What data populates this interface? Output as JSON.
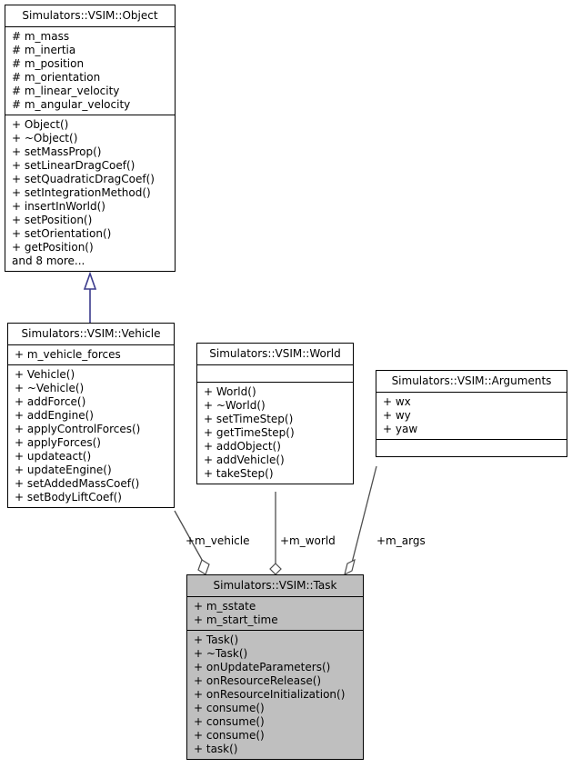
{
  "diagram": {
    "kind": "uml-class-diagram",
    "title": "Simulators::VSIM::Task collaboration diagram",
    "background": "#ffffff",
    "highlight_color": "#bfbfbf",
    "line_color": "#4d4d4d",
    "inheritance_color": "#3b3b8c",
    "border_color": "#000000"
  },
  "classes": [
    {
      "id": "object",
      "name": "Simulators::VSIM::Object",
      "highlighted": false,
      "attributes": [
        "# m_mass",
        "# m_inertia",
        "# m_position",
        "# m_orientation",
        "# m_linear_velocity",
        "# m_angular_velocity"
      ],
      "operations": [
        "+ Object()",
        "+ ~Object()",
        "+ setMassProp()",
        "+ setLinearDragCoef()",
        "+ setQuadraticDragCoef()",
        "+ setIntegrationMethod()",
        "+ insertInWorld()",
        "+ setPosition()",
        "+ setOrientation()",
        "+ getPosition()",
        "and 8 more..."
      ]
    },
    {
      "id": "vehicle",
      "name": "Simulators::VSIM::Vehicle",
      "highlighted": false,
      "attributes": [
        "+ m_vehicle_forces"
      ],
      "operations": [
        "+ Vehicle()",
        "+ ~Vehicle()",
        "+ addForce()",
        "+ addEngine()",
        "+ applyControlForces()",
        "+ applyForces()",
        "+ updateact()",
        "+ updateEngine()",
        "+ setAddedMassCoef()",
        "+ setBodyLiftCoef()"
      ]
    },
    {
      "id": "world",
      "name": "Simulators::VSIM::World",
      "highlighted": false,
      "attributes": [],
      "operations": [
        "+ World()",
        "+ ~World()",
        "+ setTimeStep()",
        "+ getTimeStep()",
        "+ addObject()",
        "+ addVehicle()",
        "+ takeStep()"
      ]
    },
    {
      "id": "arguments",
      "name": "Simulators::VSIM::Arguments",
      "highlighted": false,
      "attributes": [
        "+ wx",
        "+ wy",
        "+ yaw"
      ],
      "operations": []
    },
    {
      "id": "task",
      "name": "Simulators::VSIM::Task",
      "highlighted": true,
      "attributes": [
        "+ m_sstate",
        "+ m_start_time"
      ],
      "operations": [
        "+ Task()",
        "+ ~Task()",
        "+ onUpdateParameters()",
        "+ onResourceRelease()",
        "+ onResourceInitialization()",
        "+ consume()",
        "+ consume()",
        "+ consume()",
        "+ task()"
      ]
    }
  ],
  "relations": [
    {
      "id": "inheritance-object-vehicle",
      "type": "inheritance",
      "from": "vehicle",
      "to": "object",
      "label": ""
    },
    {
      "id": "aggregation-vehicle-task",
      "type": "aggregation",
      "from": "vehicle",
      "to": "task",
      "label": "+m_vehicle"
    },
    {
      "id": "aggregation-world-task",
      "type": "aggregation",
      "from": "world",
      "to": "task",
      "label": "+m_world"
    },
    {
      "id": "aggregation-arguments-task",
      "type": "aggregation",
      "from": "arguments",
      "to": "task",
      "label": "+m_args"
    }
  ]
}
